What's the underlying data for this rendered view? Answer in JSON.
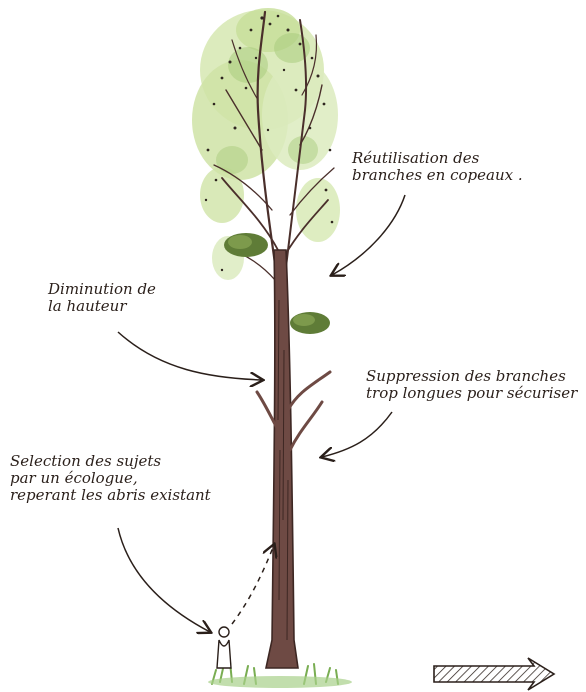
{
  "annotations": {
    "reuse": "Réutilisation des\nbranches en copeaux .",
    "height": "Diminution de\nla hauteur",
    "branches": "Suppression des branches\ntrop longues pour sécuriser",
    "selection": "Selection des sujets\npar un écologue,\nreperant les abris existant"
  },
  "icons": {
    "tree": "poplar-tree-illustration",
    "person": "stick-figure-person",
    "arrow": "hatched-direction-arrow"
  },
  "colors": {
    "ink": "#2a1f1a",
    "trunk": "#6e4a44",
    "trunk_shadow": "#4a2f2b",
    "foliage_light": "#cfe3a6",
    "foliage_mid": "#a9cc7d",
    "moss": "#5f7c37",
    "grass": "#79ad52"
  }
}
